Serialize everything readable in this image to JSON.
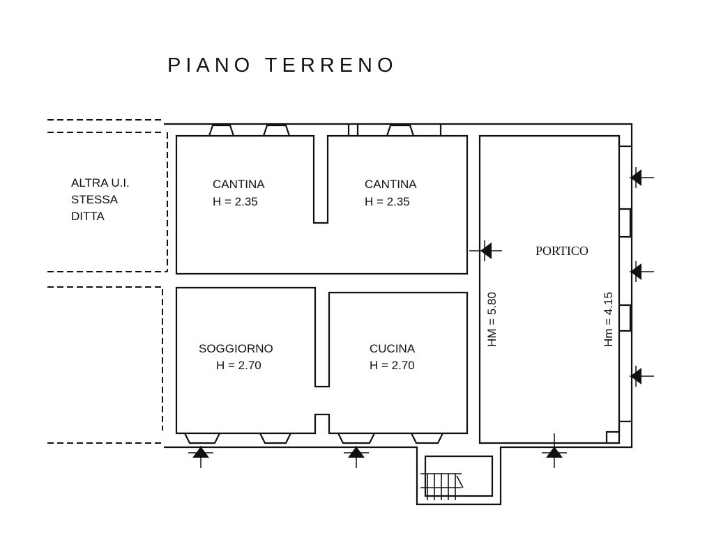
{
  "title": "PIANO TERRENO",
  "rooms": {
    "other_unit": {
      "line1": "ALTRA U.I.",
      "line2": "STESSA",
      "line3": "DITTA"
    },
    "cantina_1": {
      "name": "CANTINA",
      "height": "H = 2.35"
    },
    "cantina_2": {
      "name": "CANTINA",
      "height": "H = 2.35"
    },
    "soggiorno": {
      "name": "SOGGIORNO",
      "height": "H = 2.70"
    },
    "cucina": {
      "name": "CUCINA",
      "height": "H = 2.70"
    },
    "portico": {
      "name": "PORTICO",
      "height_max": "HM = 5.80",
      "height_mean": "Hm = 4.15"
    }
  }
}
